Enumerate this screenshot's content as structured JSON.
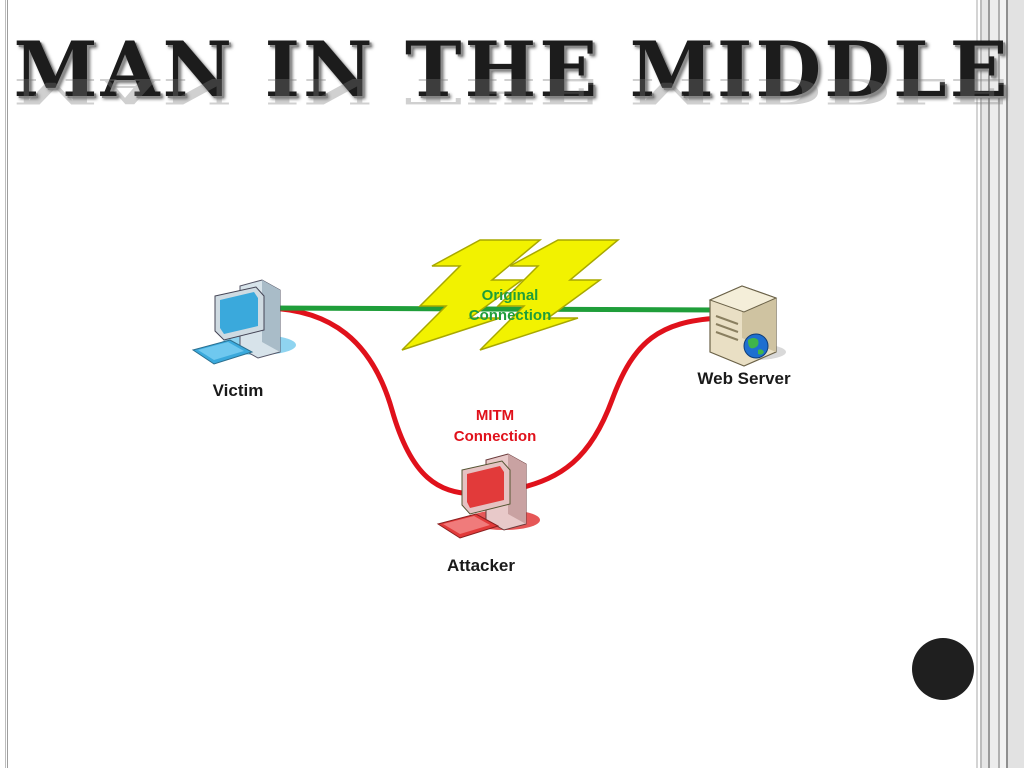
{
  "slide": {
    "title": "MAN IN THE MIDDLE"
  },
  "diagram": {
    "nodes": {
      "victim": {
        "label": "Victim"
      },
      "web_server": {
        "label": "Web Server"
      },
      "attacker": {
        "label": "Attacker"
      }
    },
    "connections": {
      "original": {
        "line1": "Original",
        "line2": "Connection",
        "color": "#1f9e3a"
      },
      "mitm": {
        "line1": "MITM",
        "line2": "Connection",
        "color": "#e0111b"
      }
    }
  },
  "colors": {
    "victim_accent": "#3aa9dc",
    "attacker_accent": "#e23a3a",
    "bolt_fill": "#f2f200",
    "label_text": "#1a1a1a"
  }
}
